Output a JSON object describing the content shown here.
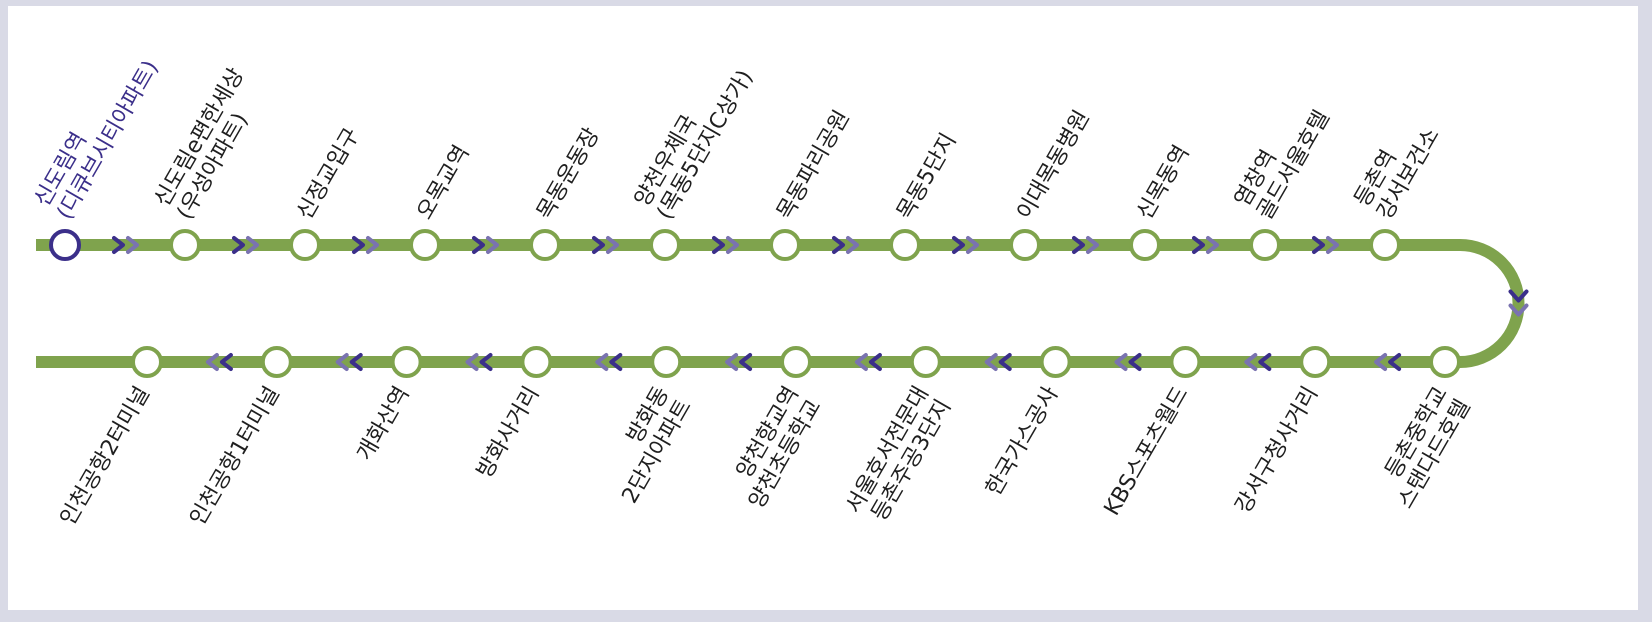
{
  "route": {
    "line_color": "#7fa34d",
    "arrow_color_primary": "#3b2f8a",
    "arrow_color_secondary": "#7a73b0",
    "current_stop_color": "#3b2f8a"
  },
  "top_stops": [
    {
      "id": "sindorim",
      "lines": [
        "신도림역",
        "(디큐브시티아파트)"
      ],
      "current": true
    },
    {
      "id": "sindorim-e-pyeonhan",
      "lines": [
        "신도림e편한세상",
        "(우성아파트)"
      ]
    },
    {
      "id": "sinjeonggyo",
      "lines": [
        "신정교입구"
      ]
    },
    {
      "id": "omokgyo",
      "lines": [
        "오목교역"
      ]
    },
    {
      "id": "mokdong-stadium",
      "lines": [
        "목동운동장"
      ]
    },
    {
      "id": "yangcheon-post",
      "lines": [
        "양천우체국",
        "(목동5단지C상가)"
      ]
    },
    {
      "id": "mokdong-paris-park",
      "lines": [
        "목동파리공원"
      ]
    },
    {
      "id": "mokdong-5danji",
      "lines": [
        "목동5단지"
      ]
    },
    {
      "id": "ewha-mokdong-hospital",
      "lines": [
        "이대목동병원"
      ]
    },
    {
      "id": "sinmokdong",
      "lines": [
        "신목동역"
      ]
    },
    {
      "id": "yeomchang",
      "lines": [
        "염창역",
        "골드서울호텔"
      ]
    },
    {
      "id": "deungchon",
      "lines": [
        "등촌역",
        "강서보건소"
      ]
    }
  ],
  "bottom_stops": [
    {
      "id": "deungchon-middle-school",
      "lines": [
        "등촌중학교",
        "스탠다드호텔"
      ]
    },
    {
      "id": "gangseo-gu-office",
      "lines": [
        "강서구청사거리"
      ]
    },
    {
      "id": "kbs-sports-world",
      "lines": [
        "KBS스포츠월드"
      ]
    },
    {
      "id": "kogas",
      "lines": [
        "한국가스공사"
      ]
    },
    {
      "id": "seoul-hoseo-college",
      "lines": [
        "서울호서전문대",
        "등촌주공3단지"
      ]
    },
    {
      "id": "yangcheonhyanggyo",
      "lines": [
        "양천향교역",
        "양천초등학교"
      ]
    },
    {
      "id": "banghwa-2danji",
      "lines": [
        "방화동",
        "2단지아파트"
      ]
    },
    {
      "id": "banghwa-sageori",
      "lines": [
        "방화사거리"
      ]
    },
    {
      "id": "gaehwasan",
      "lines": [
        "개화산역"
      ]
    },
    {
      "id": "incheon-airport-t1",
      "lines": [
        "인천공항1터미널"
      ]
    },
    {
      "id": "incheon-airport-t2",
      "lines": [
        "인천공항2터미널"
      ]
    }
  ]
}
